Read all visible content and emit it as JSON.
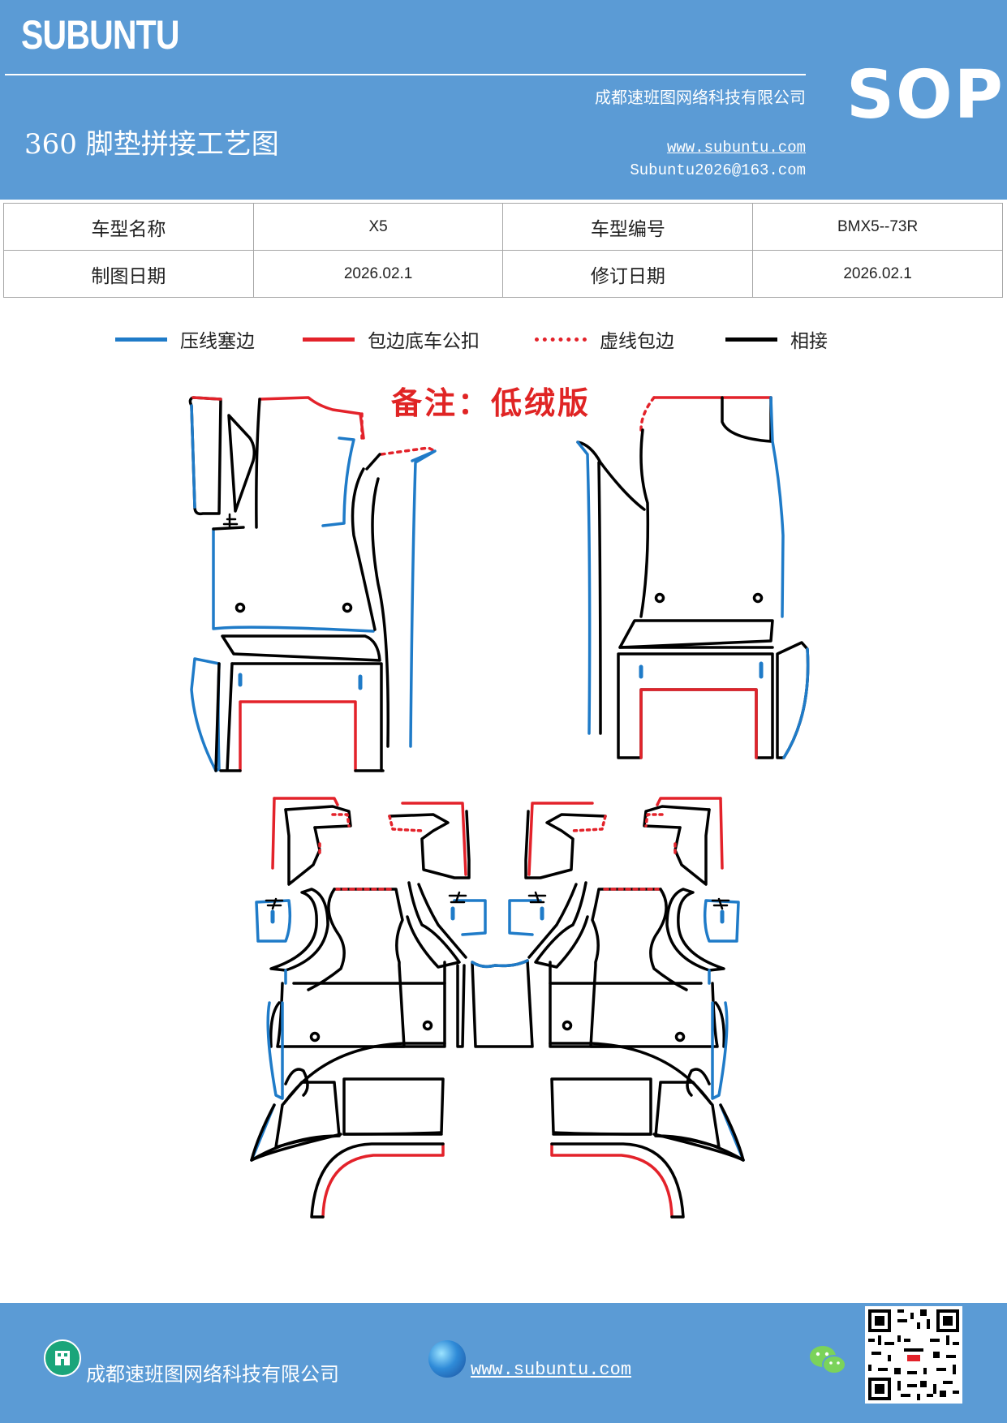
{
  "header": {
    "logo": "SUBUNTU",
    "company": "成都速班图网络科技有限公司",
    "title": "360 脚垫拼接工艺图",
    "website": "www.subuntu.com",
    "email": "Subuntu2026@163.com",
    "badge": "SOP"
  },
  "info_table": {
    "model_name_label": "车型名称",
    "model_name": "X5",
    "model_code_label": "车型编号",
    "model_code": "BMX5--73R",
    "draw_date_label": "制图日期",
    "draw_date": "2026.02.1",
    "revise_date_label": "修订日期",
    "revise_date": "2026.02.1"
  },
  "legend": [
    {
      "label": "压线塞边",
      "color": "#1f7bc8",
      "style": "solid"
    },
    {
      "label": "包边底车公扣",
      "color": "#e3222a",
      "style": "solid"
    },
    {
      "label": "虚线包边",
      "color": "#e3222a",
      "style": "dotted"
    },
    {
      "label": "相接",
      "color": "#000000",
      "style": "solid"
    }
  ],
  "note": "备注：低绒版",
  "colors": {
    "header_bg": "#5b9bd5",
    "blue_edge": "#1f7bc8",
    "red_edge": "#e3222a"
  },
  "footer": {
    "company": "成都速班图网络科技有限公司",
    "website": "www.subuntu.com",
    "icons": [
      "building-icon",
      "globe-icon",
      "wechat-icon",
      "qr-code"
    ]
  }
}
